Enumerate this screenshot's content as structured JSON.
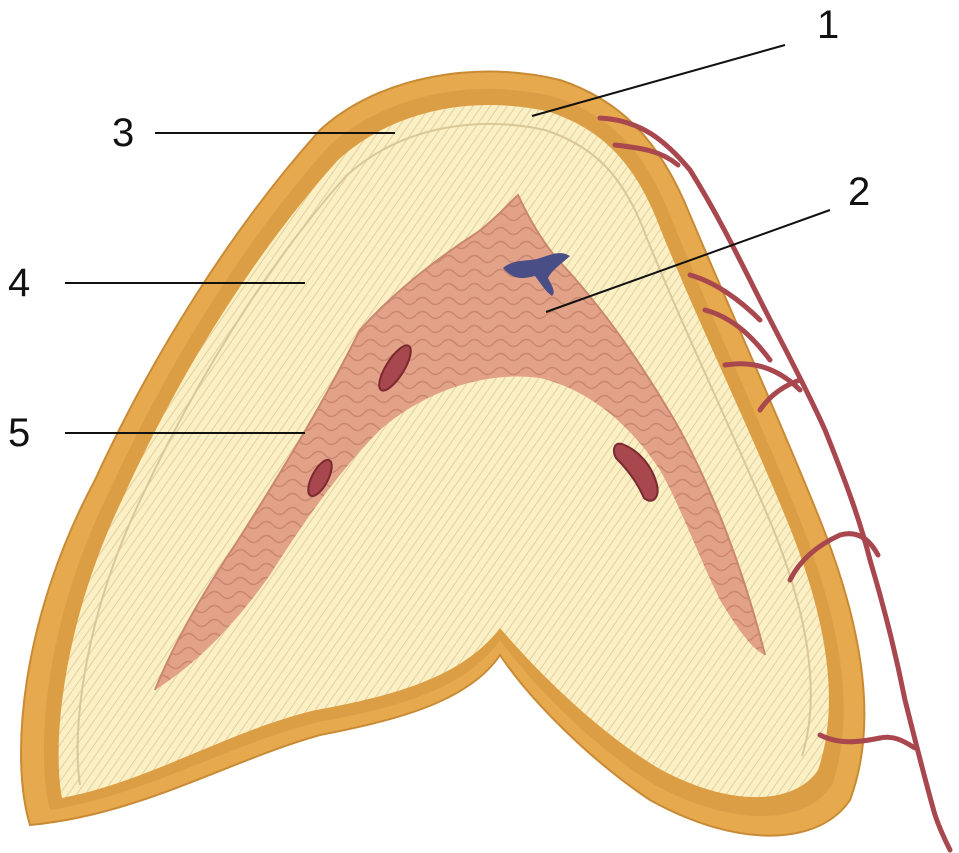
{
  "labels": [
    {
      "id": "1",
      "text": "1"
    },
    {
      "id": "2",
      "text": "2"
    },
    {
      "id": "3",
      "text": "3"
    },
    {
      "id": "4",
      "text": "4"
    },
    {
      "id": "5",
      "text": "5"
    }
  ],
  "colors": {
    "capsule": "#E6A94E",
    "capsule_dark": "#C98A35",
    "cortex": "#FBEFC4",
    "cortex_stripe": "#D9C898",
    "medulla": "#E2A287",
    "medulla_line": "#C98670",
    "artery": "#A8474E",
    "vein": "#4A4E86",
    "leader_line": "#111111"
  },
  "icons": [
    "adrenal-gland-section-illustration",
    "artery-branches",
    "central-vein"
  ]
}
